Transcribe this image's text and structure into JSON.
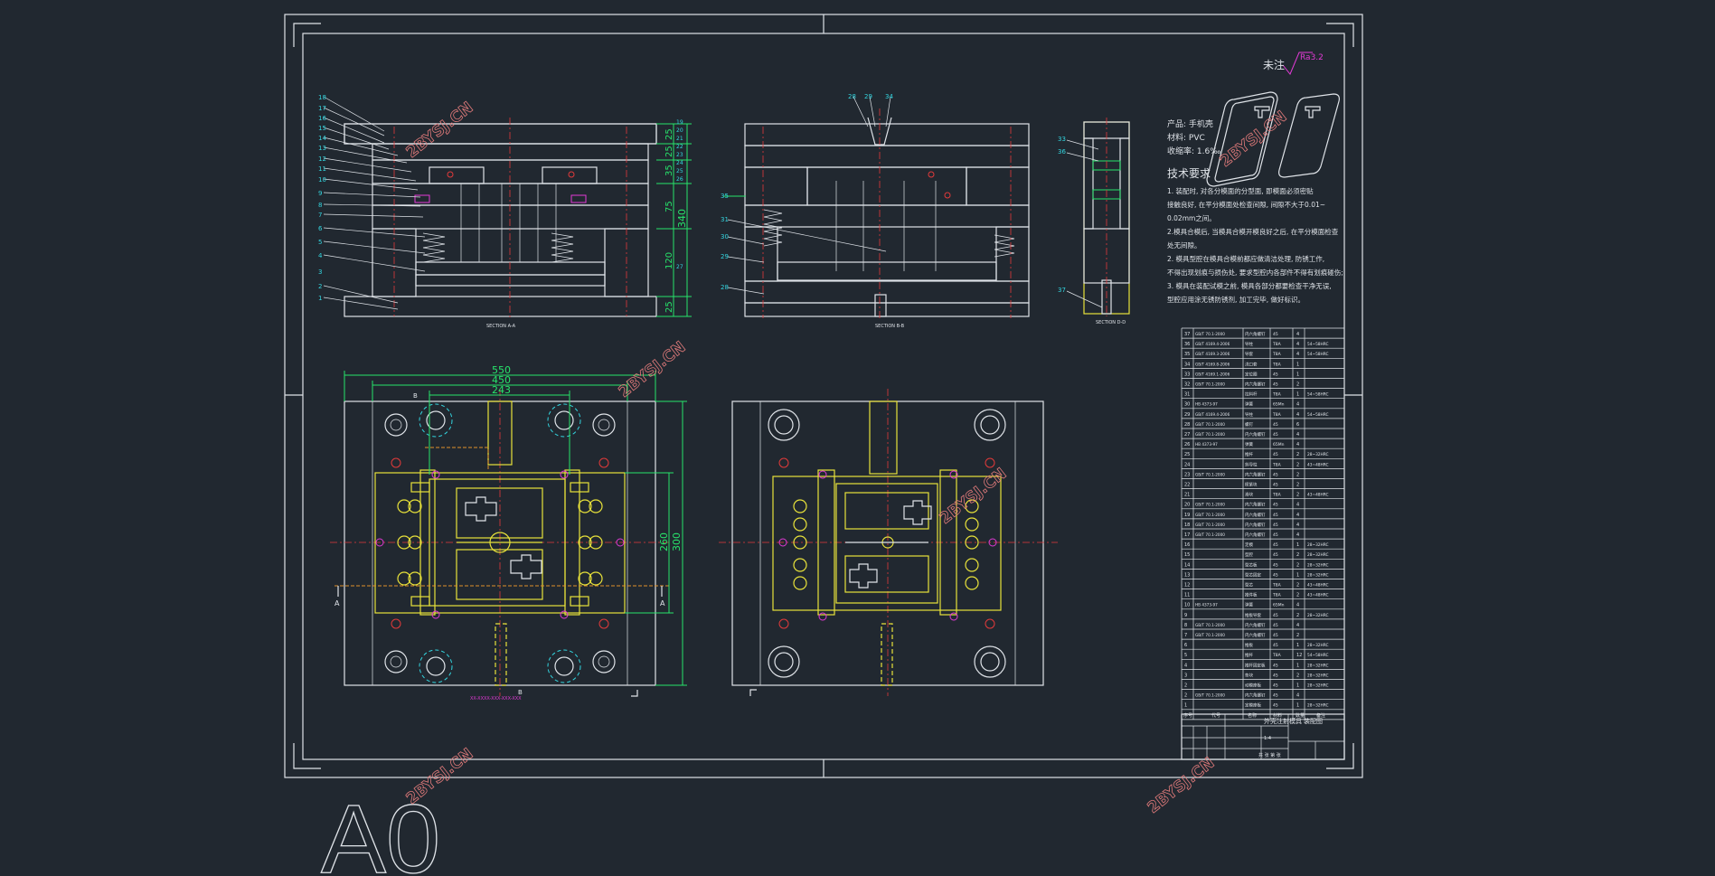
{
  "sheet_size_label": "A0",
  "watermark": "2BYSJ.CN",
  "surface_note": {
    "prefix": "未注",
    "roughness": "Ra3.2"
  },
  "product_info": [
    "产品: 手机壳",
    "材料: PVC",
    "收缩率: 1.6‰"
  ],
  "tech_req_title": "技术要求",
  "tech_requirements": [
    "1. 装配时, 对各分模面的分型面, 即模面必须密贴",
    "接触良好, 在平分模面处检查间隙, 间隙不大于0.01~",
    "0.02mm之间。",
    "2.模具合模后, 当模具合模开模良好之后, 在平分模面检查",
    "处无间隙。",
    "2. 模具型腔在模具合模前都应做清洁处理, 防锈工作,",
    "不得出现划痕与损伤处, 要求型腔内各部件不得有划痕碰伤;",
    "3. 模具在装配试模之前, 模具各部分都要检查干净无误,",
    "型腔应用涂无锈防锈剂, 加工完毕, 做好标识。"
  ],
  "section_labels": {
    "aa": "SECTION A-A",
    "bb": "SECTION B-B",
    "dd": "SECTION D-D"
  },
  "dimensions": {
    "top_550": "550",
    "top_450": "450",
    "top_243": "243",
    "side_300": "300",
    "side_260": "260",
    "sec_25a": "25",
    "sec_35": "35",
    "sec_25b": "25",
    "sec_75": "75",
    "sec_340": "340",
    "sec_120": "120",
    "sec_25c": "25"
  },
  "view_markers": {
    "a": "A",
    "b": "B"
  },
  "plan_note": "XX-XXXX-XXX-XXX-XXX",
  "aa_callouts_left": [
    "18",
    "17",
    "16",
    "15",
    "14",
    "13",
    "12",
    "11",
    "10",
    "9",
    "8",
    "7",
    "6",
    "5",
    "4",
    "3",
    "2",
    "1"
  ],
  "aa_callouts_right": [
    "19",
    "20",
    "21",
    "22",
    "23",
    "24",
    "25",
    "26",
    "27"
  ],
  "bb_callouts_top": [
    "28",
    "29",
    "34"
  ],
  "bb_callouts_left": [
    "35",
    "31",
    "30",
    "29",
    "28"
  ],
  "dd_callouts": [
    "33",
    "36",
    "37"
  ],
  "title_block": {
    "drawing_name": "外壳注射模具",
    "drawing_type": "装配图",
    "scale": "1:4",
    "sheet": "共 张 第 张"
  },
  "bom_headers": [
    "序号",
    "代号",
    "名称",
    "数量",
    "材料",
    "备注"
  ],
  "bom_rows": [
    {
      "no": "37",
      "code": "GB/T 70.1-2000",
      "name": "内六角螺钉",
      "mat": "45",
      "qty": "4",
      "note": ""
    },
    {
      "no": "36",
      "code": "GB/T 4169.4-2006",
      "name": "导柱",
      "mat": "T8A",
      "qty": "4",
      "note": "54~58HRC"
    },
    {
      "no": "35",
      "code": "GB/T 4169.3-2006",
      "name": "导套",
      "mat": "T8A",
      "qty": "4",
      "note": "54~58HRC"
    },
    {
      "no": "34",
      "code": "GB/T 4169.8-2006",
      "name": "浇口套",
      "mat": "T8A",
      "qty": "1",
      "note": ""
    },
    {
      "no": "33",
      "code": "GB/T 4169.1-2006",
      "name": "定位圈",
      "mat": "45",
      "qty": "1",
      "note": ""
    },
    {
      "no": "32",
      "code": "GB/T 70.1-2000",
      "name": "内六角螺钉",
      "mat": "45",
      "qty": "2",
      "note": ""
    },
    {
      "no": "31",
      "code": "",
      "name": "拉料杆",
      "mat": "T8A",
      "qty": "1",
      "note": "54~58HRC"
    },
    {
      "no": "30",
      "code": "HB 4373-97",
      "name": "弹簧",
      "mat": "65Mn",
      "qty": "4",
      "note": ""
    },
    {
      "no": "29",
      "code": "GB/T 4169.4-2006",
      "name": "导柱",
      "mat": "T8A",
      "qty": "4",
      "note": "54~58HRC"
    },
    {
      "no": "28",
      "code": "GB/T 70.1-2000",
      "name": "螺钉",
      "mat": "45",
      "qty": "6",
      "note": ""
    },
    {
      "no": "27",
      "code": "GB/T 70.1-2000",
      "name": "内六角螺钉",
      "mat": "45",
      "qty": "4",
      "note": ""
    },
    {
      "no": "26",
      "code": "HB 4373-97",
      "name": "弹簧",
      "mat": "65Mn",
      "qty": "4",
      "note": ""
    },
    {
      "no": "25",
      "code": "",
      "name": "推杆",
      "mat": "45",
      "qty": "2",
      "note": "28~32HRC"
    },
    {
      "no": "24",
      "code": "",
      "name": "斜导柱",
      "mat": "T8A",
      "qty": "2",
      "note": "43~48HRC"
    },
    {
      "no": "23",
      "code": "GB/T 70.1-2000",
      "name": "内六角螺钉",
      "mat": "45",
      "qty": "2",
      "note": ""
    },
    {
      "no": "22",
      "code": "",
      "name": "楔紧块",
      "mat": "45",
      "qty": "2",
      "note": ""
    },
    {
      "no": "21",
      "code": "",
      "name": "滑块",
      "mat": "T8A",
      "qty": "2",
      "note": "43~48HRC"
    },
    {
      "no": "20",
      "code": "GB/T 70.1-2000",
      "name": "内六角螺钉",
      "mat": "45",
      "qty": "4",
      "note": ""
    },
    {
      "no": "19",
      "code": "GB/T 70.1-2000",
      "name": "内六角螺钉",
      "mat": "45",
      "qty": "4",
      "note": ""
    },
    {
      "no": "18",
      "code": "GB/T 70.1-2000",
      "name": "内六角螺钉",
      "mat": "45",
      "qty": "4",
      "note": ""
    },
    {
      "no": "17",
      "code": "GB/T 70.1-2000",
      "name": "内六角螺钉",
      "mat": "45",
      "qty": "4",
      "note": ""
    },
    {
      "no": "16",
      "code": "",
      "name": "定模",
      "mat": "45",
      "qty": "1",
      "note": "28~32HRC"
    },
    {
      "no": "15",
      "code": "",
      "name": "型腔",
      "mat": "45",
      "qty": "2",
      "note": "28~32HRC"
    },
    {
      "no": "14",
      "code": "",
      "name": "型芯板",
      "mat": "45",
      "qty": "2",
      "note": "28~32HRC"
    },
    {
      "no": "13",
      "code": "",
      "name": "型芯固定",
      "mat": "45",
      "qty": "1",
      "note": "28~32HRC"
    },
    {
      "no": "12",
      "code": "",
      "name": "型芯",
      "mat": "T8A",
      "qty": "2",
      "note": "43~48HRC"
    },
    {
      "no": "11",
      "code": "",
      "name": "推件板",
      "mat": "T8A",
      "qty": "2",
      "note": "43~48HRC"
    },
    {
      "no": "10",
      "code": "HB 4373-97",
      "name": "弹簧",
      "mat": "65Mn",
      "qty": "4",
      "note": ""
    },
    {
      "no": "9",
      "code": "",
      "name": "推板导套",
      "mat": "45",
      "qty": "2",
      "note": "28~32HRC"
    },
    {
      "no": "8",
      "code": "GB/T 70.1-2000",
      "name": "内六角螺钉",
      "mat": "45",
      "qty": "4",
      "note": ""
    },
    {
      "no": "7",
      "code": "GB/T 70.1-2000",
      "name": "内六角螺钉",
      "mat": "45",
      "qty": "2",
      "note": ""
    },
    {
      "no": "6",
      "code": "",
      "name": "推板",
      "mat": "45",
      "qty": "1",
      "note": "28~32HRC"
    },
    {
      "no": "5",
      "code": "",
      "name": "推杆",
      "mat": "T8A",
      "qty": "12",
      "note": "54~58HRC"
    },
    {
      "no": "4",
      "code": "",
      "name": "推杆固定板",
      "mat": "45",
      "qty": "1",
      "note": "28~32HRC"
    },
    {
      "no": "3",
      "code": "",
      "name": "垫块",
      "mat": "45",
      "qty": "2",
      "note": "28~32HRC"
    },
    {
      "no": "2",
      "code": "",
      "name": "动模座板",
      "mat": "45",
      "qty": "1",
      "note": "28~32HRC"
    },
    {
      "no": "2",
      "code": "GB/T 70.1-2000",
      "name": "内六角螺钉",
      "mat": "45",
      "qty": "4",
      "note": ""
    },
    {
      "no": "1",
      "code": "",
      "name": "定模座板",
      "mat": "45",
      "qty": "1",
      "note": "28~32HRC"
    }
  ]
}
